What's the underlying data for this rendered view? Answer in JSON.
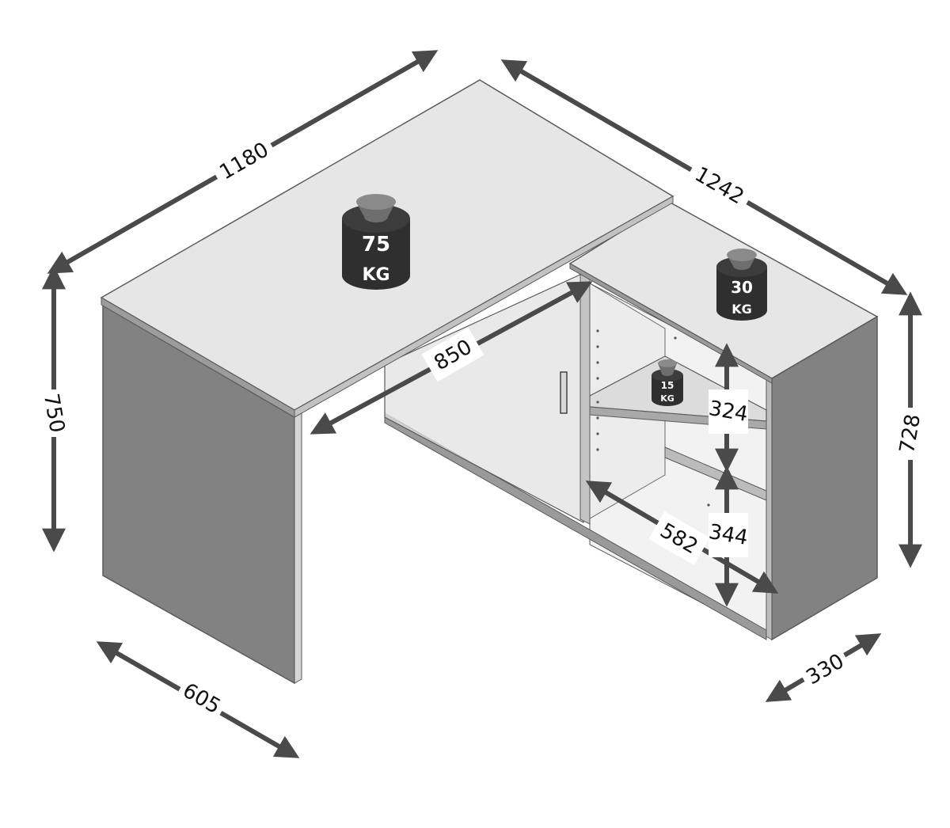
{
  "colors": {
    "panel_side": "#828282",
    "panel_top": "#e6e6e6",
    "panel_light": "#eeeeee",
    "panel_mid": "#cfcfcf",
    "edge": "#5a5a5a",
    "arrow": "#4a4a4a",
    "weight_body": "#2f2f2f",
    "weight_knob": "#6e6e6e"
  },
  "dimensions": {
    "desk_width": "1180",
    "desk_depth": "605",
    "desk_height": "750",
    "cabinet_length": "1242",
    "cabinet_height": "728",
    "cabinet_depth": "330",
    "inner_width": "850",
    "shelf_width": "582",
    "upper_compartment": "324",
    "lower_compartment": "344"
  },
  "weights": {
    "desk_top": {
      "value": "75",
      "unit": "KG"
    },
    "cabinet_top": {
      "value": "30",
      "unit": "KG"
    },
    "shelf": {
      "value": "15",
      "unit": "KG"
    }
  }
}
